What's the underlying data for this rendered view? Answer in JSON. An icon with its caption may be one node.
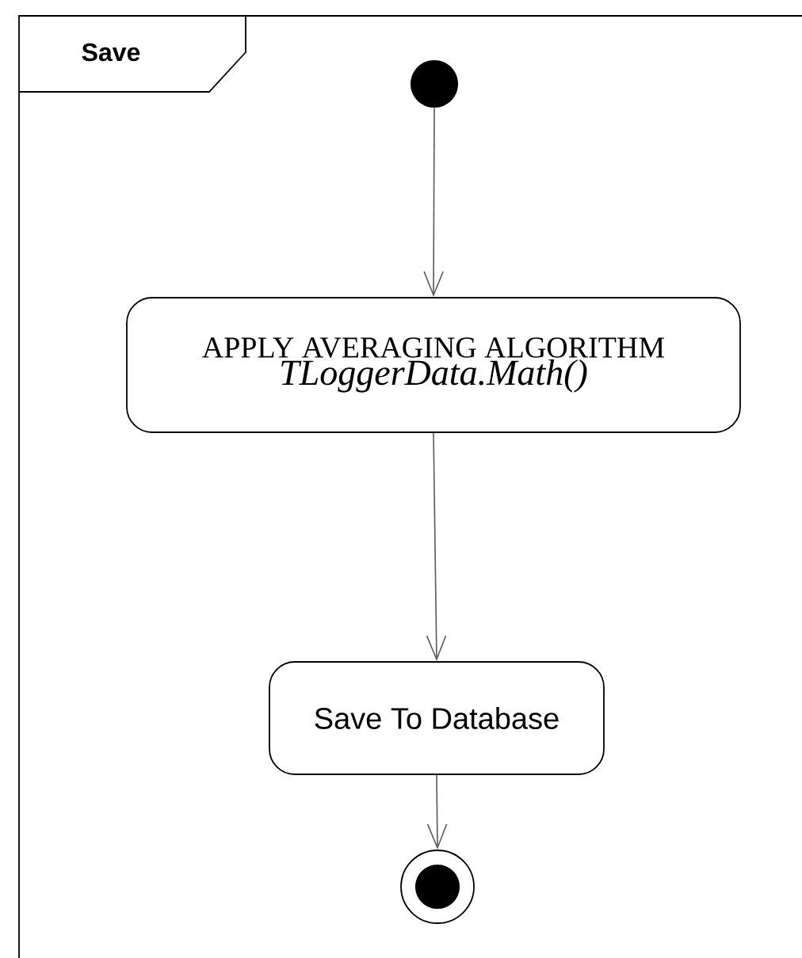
{
  "diagram": {
    "nodes": [
      {
        "text": [
          "Save"
        ]
      },
      {
        "text": [],
        "shape": "circle",
        "in": 0
      },
      {
        "text": [
          "APPLY AVERAGING ALGORITHM",
          "TLoggerData.Math()"
        ],
        "in": 0
      },
      {
        "text": [
          "Save To Database"
        ],
        "in": 0
      },
      {
        "text": [],
        "shape": "circle",
        "in": 0
      }
    ],
    "edges": [
      {
        "from": 1,
        "to": 2,
        "arrow": "to"
      },
      {
        "from": 2,
        "to": 3,
        "arrow": "to"
      },
      {
        "from": 3,
        "to": 4,
        "arrow": "to"
      }
    ]
  }
}
